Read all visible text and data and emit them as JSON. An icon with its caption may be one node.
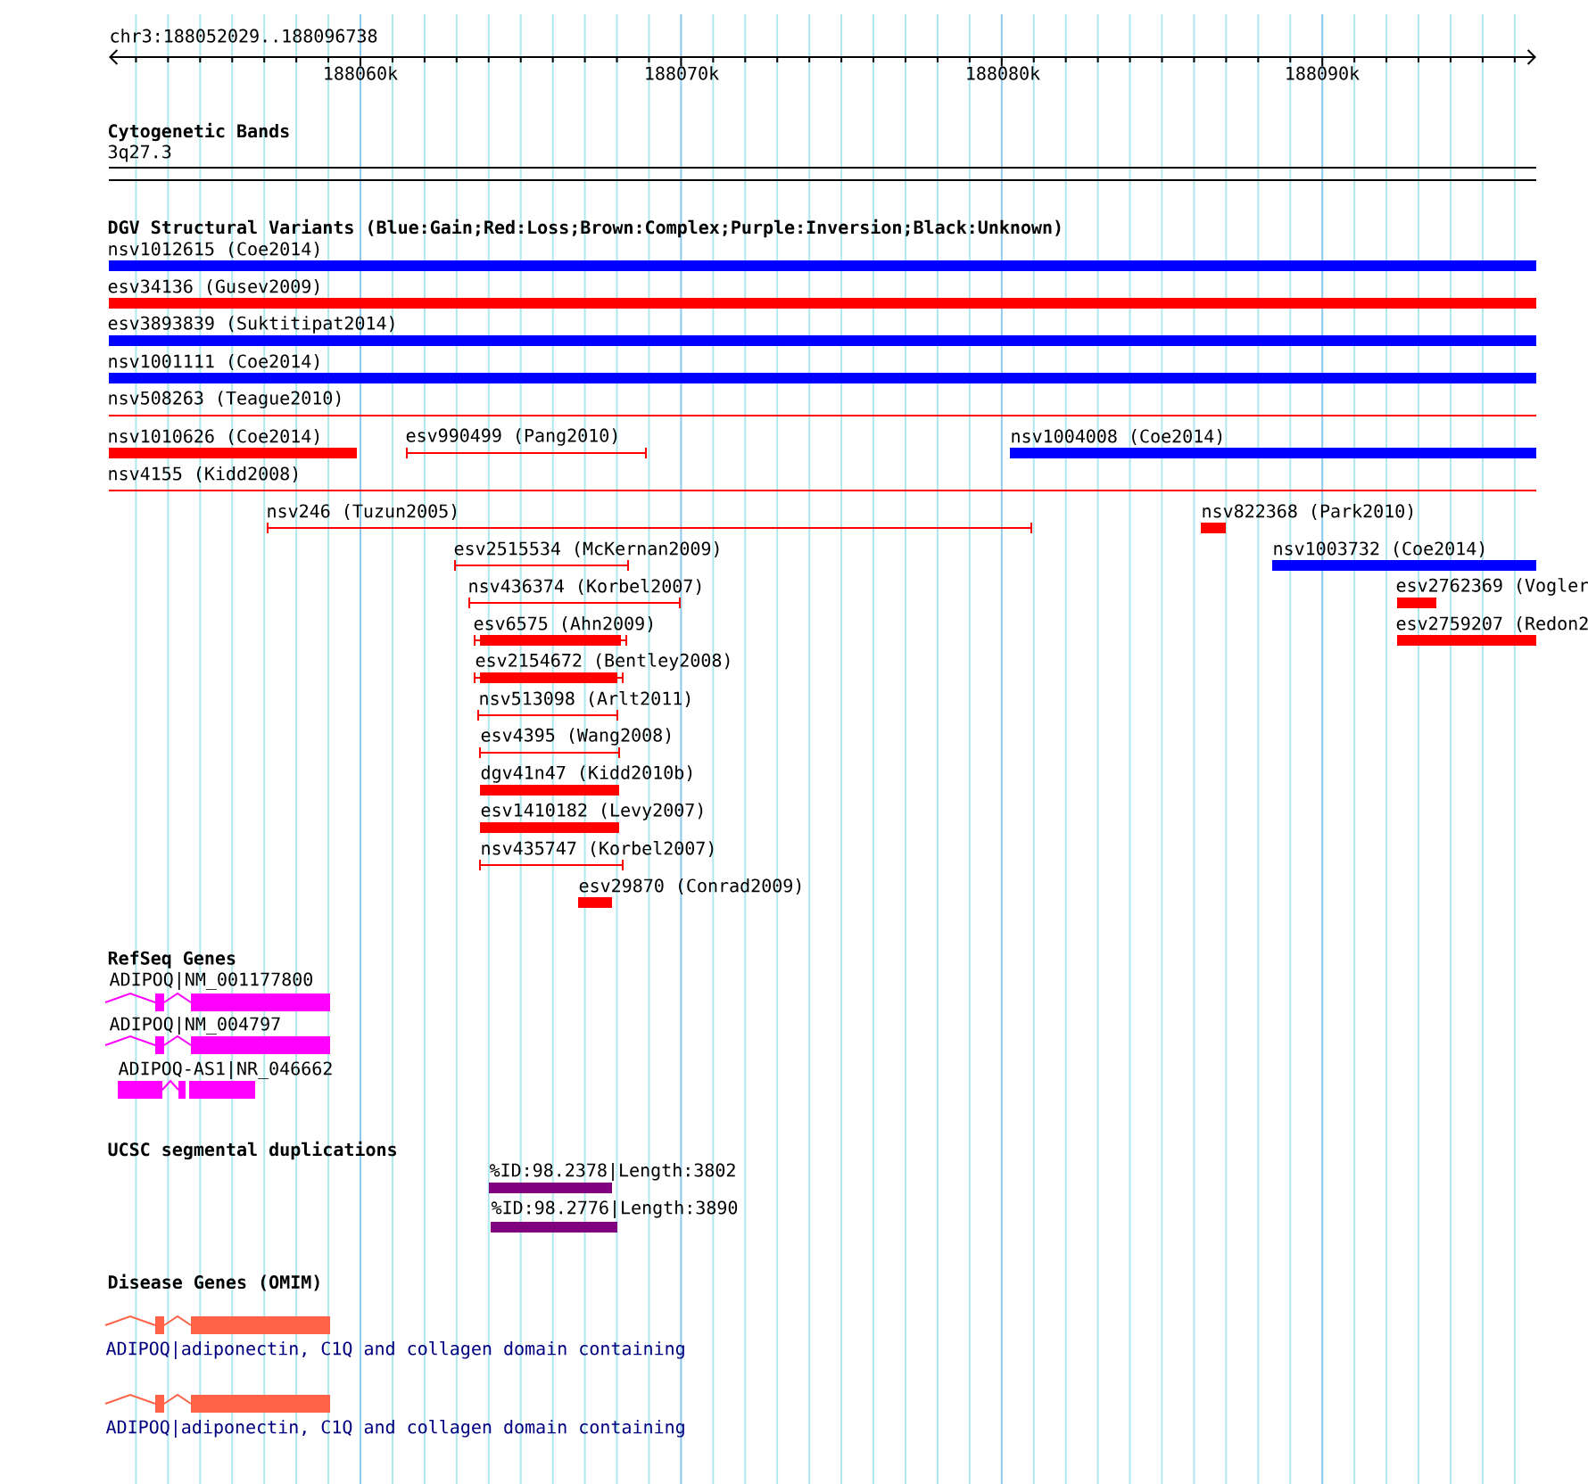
{
  "diagram": {
    "labels": [
      "chr3:188052029..188096738",
      "188060k",
      "188070k",
      "188080k",
      "188090k",
      "Cytogenetic Bands",
      "3q27.3",
      "DGV Structural Variants (Blue:Gain;Red:Loss;Brown:Complex;Purple:Inversion;Black:Unknown)",
      "nsv1012615 (Coe2014)",
      "esv34136 (Gusev2009)",
      "esv3893839 (Suktitipat2014)",
      "nsv1001111 (Coe2014)",
      "nsv508263 (Teague2010)",
      "nsv1010626 (Coe2014)",
      "esv990499 (Pang2010)",
      "nsv1004008 (Coe2014)",
      "nsv4155 (Kidd2008)",
      "nsv246 (Tuzun2005)",
      "nsv822368 (Park2010)",
      "esv2515534 (McKernan2009)",
      "nsv1003732 (Coe2014)",
      "nsv436374 (Korbel2007)",
      "esv2762369 (Vogler",
      "esv6575 (Ahn2009)",
      "esv2759207 (Redon2",
      "esv2154672 (Bentley2008)",
      "nsv513098 (Arlt2011)",
      "esv4395 (Wang2008)",
      "dgv41n47 (Kidd2010b)",
      "esv1410182 (Levy2007)",
      "nsv435747 (Korbel2007)",
      "esv29870 (Conrad2009)",
      "RefSeq Genes",
      "ADIPOQ|NM_001177800",
      "ADIPOQ|NM_004797",
      "ADIPOQ-AS1|NR_046662",
      "UCSC segmental duplications",
      "%ID:98.2378|Length:3802",
      "%ID:98.2776|Length:3890",
      "Disease Genes (OMIM)",
      "ADIPOQ|adiponectin, C1Q and collagen domain containing",
      "ADIPOQ|adiponectin, C1Q and collagen domain containing"
    ]
  }
}
